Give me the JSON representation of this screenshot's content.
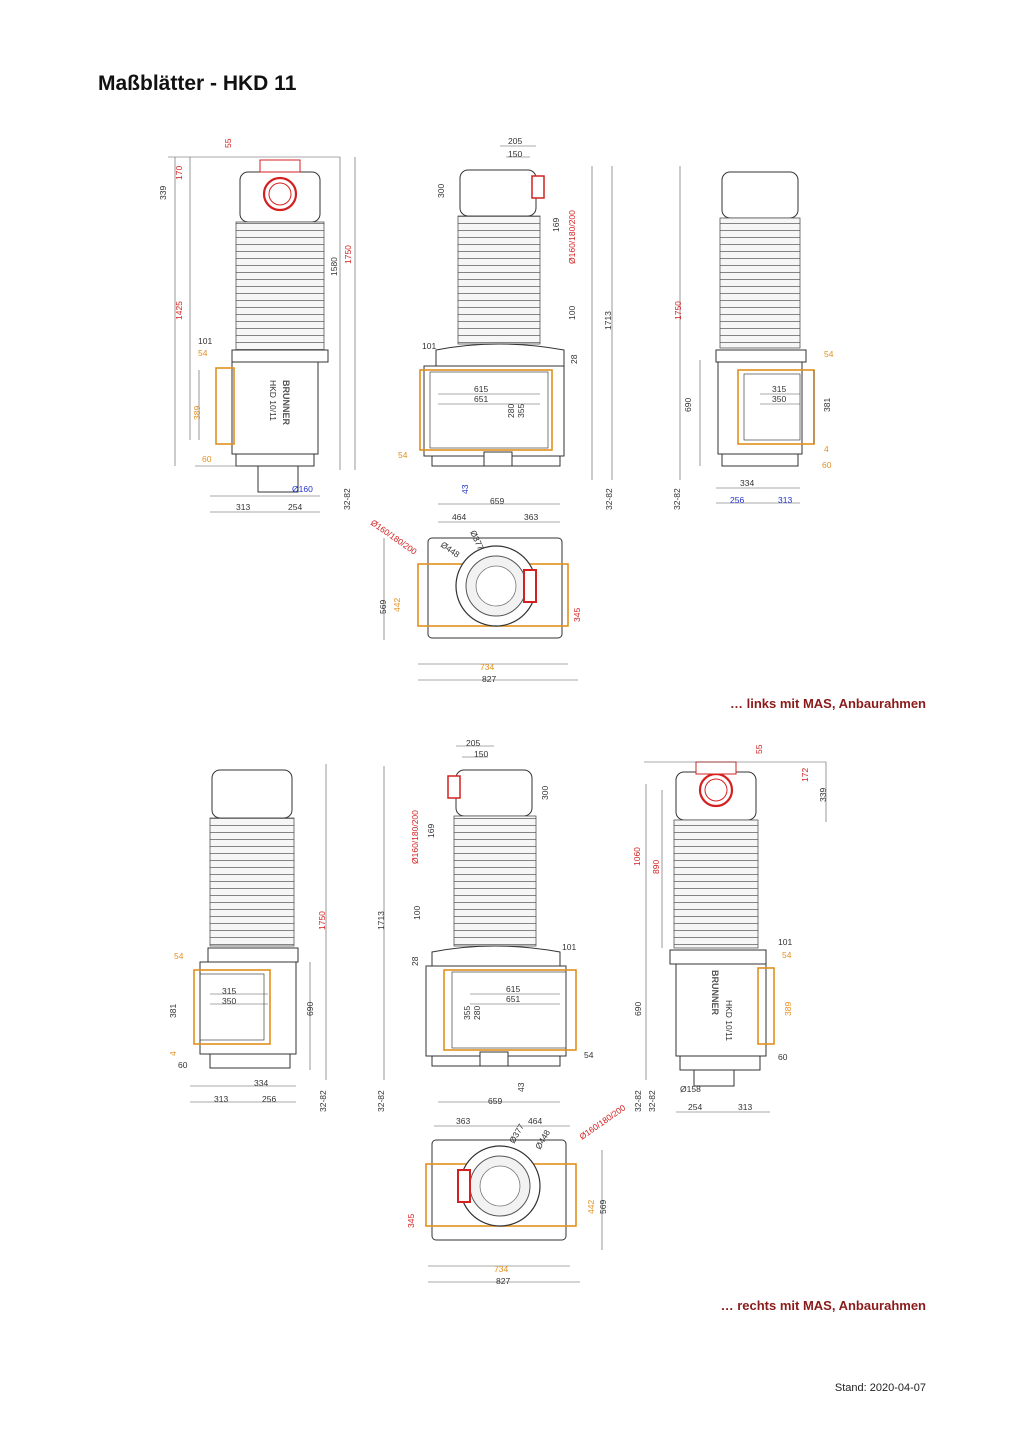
{
  "title": "Maßblätter - HKD 11",
  "caption_left": "… links mit MAS, Anbaurahmen",
  "caption_right": "… rechts mit MAS, Anbaurahmen",
  "stand": "Stand: 2020-04-07",
  "brand": "BRUNNER",
  "model": "HKD 10/11",
  "colors": {
    "red": "#d42020",
    "orange": "#e3901e",
    "blue": "#2030c8",
    "caption": "#8b1a1a"
  },
  "dims": {
    "d55": "55",
    "d170": "170",
    "d172": "172",
    "d339": "339",
    "d1425": "1425",
    "d1580": "1580",
    "d1750": "1750",
    "d101": "101",
    "d54": "54",
    "d389": "389",
    "d60": "60",
    "d313": "313",
    "d254": "254",
    "d256": "256",
    "d3282": "32-82",
    "d160": "Ø160",
    "d158": "Ø158",
    "d205": "205",
    "d150": "150",
    "d300": "300",
    "d169": "169",
    "dflue": "Ø160/180/200",
    "d100": "100",
    "d28": "28",
    "d1713": "1713",
    "d615": "615",
    "d651": "651",
    "d280": "280",
    "d355": "355",
    "d43": "43",
    "d659": "659",
    "d315": "315",
    "d350": "350",
    "d381": "381",
    "d690": "690",
    "d4": "4",
    "d334": "334",
    "d464": "464",
    "d363": "363",
    "d448": "Ø448",
    "d377": "Ø377",
    "d569": "569",
    "d442": "442",
    "d345": "345",
    "d734": "734",
    "d827": "827",
    "d1060": "1060",
    "d890": "890"
  }
}
